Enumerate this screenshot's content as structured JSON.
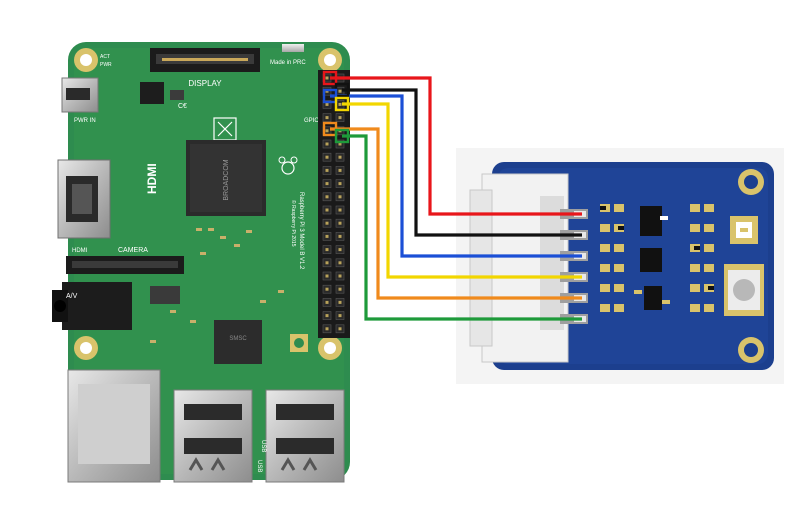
{
  "pi": {
    "labels": {
      "display": "DISPLAY",
      "made_in_prc": "Made in PRC",
      "pwr_in": "PWR IN",
      "hdmi_port": "HDMI",
      "camera": "CAMERA",
      "hdmi_logo": "HDMI",
      "a_v": "A/V",
      "gpio": "GPIO",
      "model_line_1": "Raspberry Pi 3 Model B V1.2",
      "model_line_2": "© Raspberry Pi 2015",
      "act": "ACT",
      "pwr": "PWR",
      "usb_left": "USB",
      "usb_right": "USB",
      "chip_main": "BROADCOM",
      "chip_lan": "SMSC"
    },
    "colors": {
      "board": "#2e8c4f",
      "board_dark": "#23703d",
      "gold": "#d9c36b"
    }
  },
  "wires": [
    {
      "color_name": "red",
      "color": "#e8161b"
    },
    {
      "color_name": "black",
      "color": "#111111"
    },
    {
      "color_name": "blue",
      "color": "#1b4fd6"
    },
    {
      "color_name": "yellow",
      "color": "#f2d600"
    },
    {
      "color_name": "orange",
      "color": "#f08a1c"
    },
    {
      "color_name": "green",
      "color": "#1e9a3a"
    }
  ],
  "module": {
    "colors": {
      "pcb": "#1c3f8e",
      "pcb_edge": "#16336f",
      "connector": "#f2f2f2"
    }
  }
}
